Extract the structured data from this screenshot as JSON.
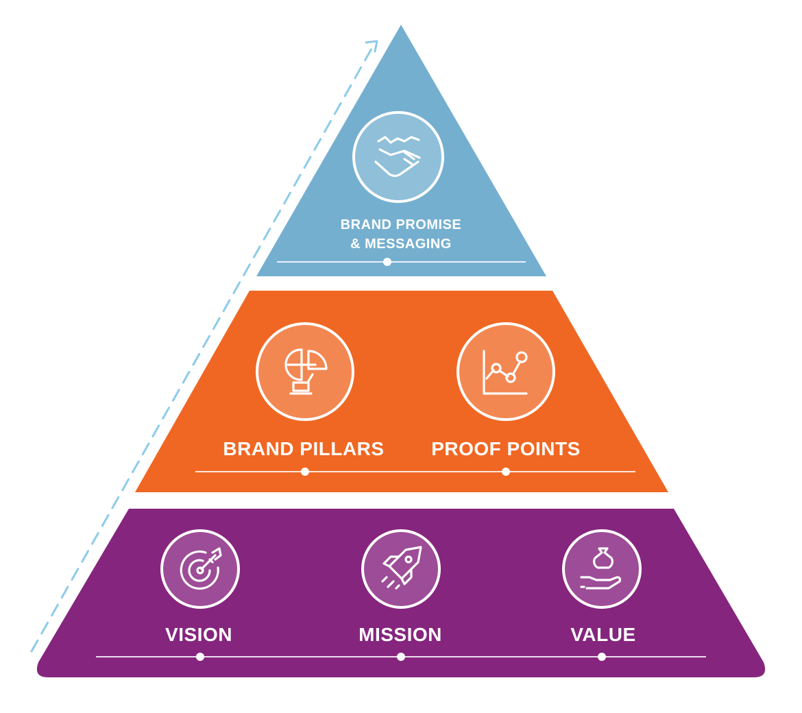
{
  "colors": {
    "top_tier": "#75AFCF",
    "middle_tier": "#F06723",
    "bottom_tier": "#85257E",
    "top_circle": "#8FBFD9",
    "middle_circle": "#F38751",
    "bottom_circle": "#9D4C97",
    "arrow": "#8DCBEA"
  },
  "tiers": {
    "top": {
      "items": [
        {
          "label_lines": [
            "BRAND PROMISE",
            "& MESSAGING"
          ],
          "icon": "handshake-icon"
        }
      ]
    },
    "middle": {
      "items": [
        {
          "label": "BRAND PILLARS",
          "icon": "pillars-icon"
        },
        {
          "label": "PROOF POINTS",
          "icon": "line-chart-icon"
        }
      ]
    },
    "bottom": {
      "items": [
        {
          "label": "VISION",
          "icon": "target-arrow-icon"
        },
        {
          "label": "MISSION",
          "icon": "rocket-icon"
        },
        {
          "label": "VALUE",
          "icon": "hand-money-bag-icon"
        }
      ]
    }
  }
}
